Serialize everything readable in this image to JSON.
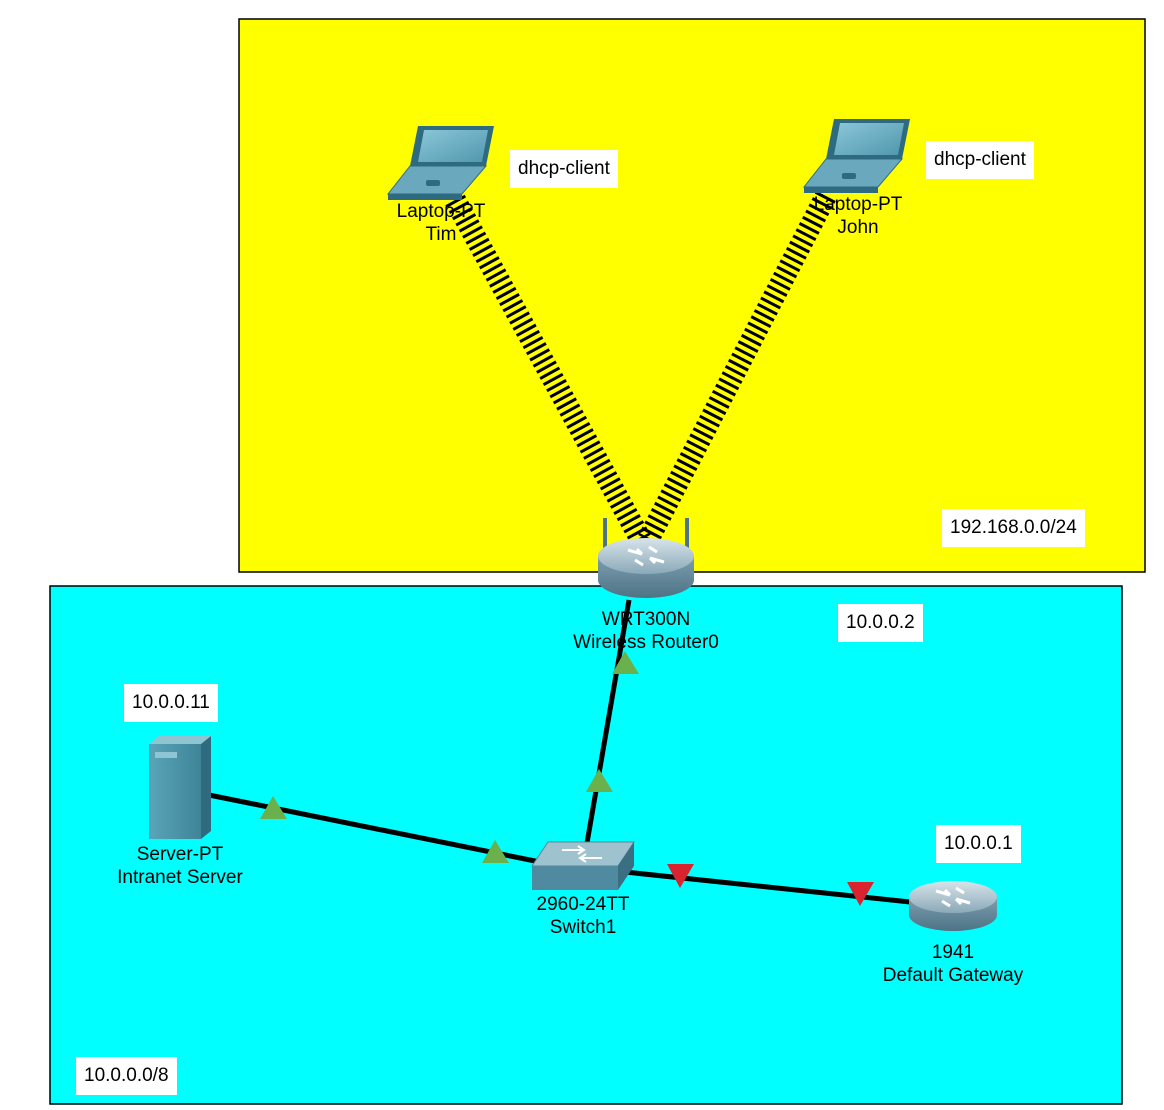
{
  "areas": {
    "wireless": {
      "color": "#ffff00",
      "subnet": "192.168.0.0/24"
    },
    "wired": {
      "color": "#00ffff",
      "subnet": "10.0.0.0/8"
    }
  },
  "devices": {
    "laptop_tim": {
      "model": "Laptop-PT",
      "name": "Tim",
      "note": "dhcp-client",
      "icon": "laptop-icon"
    },
    "laptop_john": {
      "model": "Laptop-PT",
      "name": "John",
      "note": "dhcp-client",
      "icon": "laptop-icon"
    },
    "wireless_router": {
      "model": "WRT300N",
      "name": "Wireless Router0",
      "note": "10.0.0.2",
      "icon": "wireless-router-icon"
    },
    "server": {
      "model": "Server-PT",
      "name": "Intranet Server",
      "note": "10.0.0.11",
      "icon": "server-icon"
    },
    "switch": {
      "model": "2960-24TT",
      "name": "Switch1",
      "icon": "switch-icon"
    },
    "gateway": {
      "model": "1941",
      "name": "Default Gateway",
      "note": "10.0.0.1",
      "icon": "router-icon"
    }
  },
  "links": [
    {
      "from": "laptop_tim",
      "to": "wireless_router",
      "type": "wireless"
    },
    {
      "from": "laptop_john",
      "to": "wireless_router",
      "type": "wireless"
    },
    {
      "from": "server",
      "to": "switch",
      "type": "copper",
      "status": "up",
      "status_color": "#6ab04c"
    },
    {
      "from": "switch",
      "to": "wireless_router",
      "type": "copper",
      "status": "up",
      "status_color": "#6ab04c"
    },
    {
      "from": "switch",
      "to": "gateway",
      "type": "copper",
      "status": "down",
      "status_color": "#d9232e"
    }
  ]
}
